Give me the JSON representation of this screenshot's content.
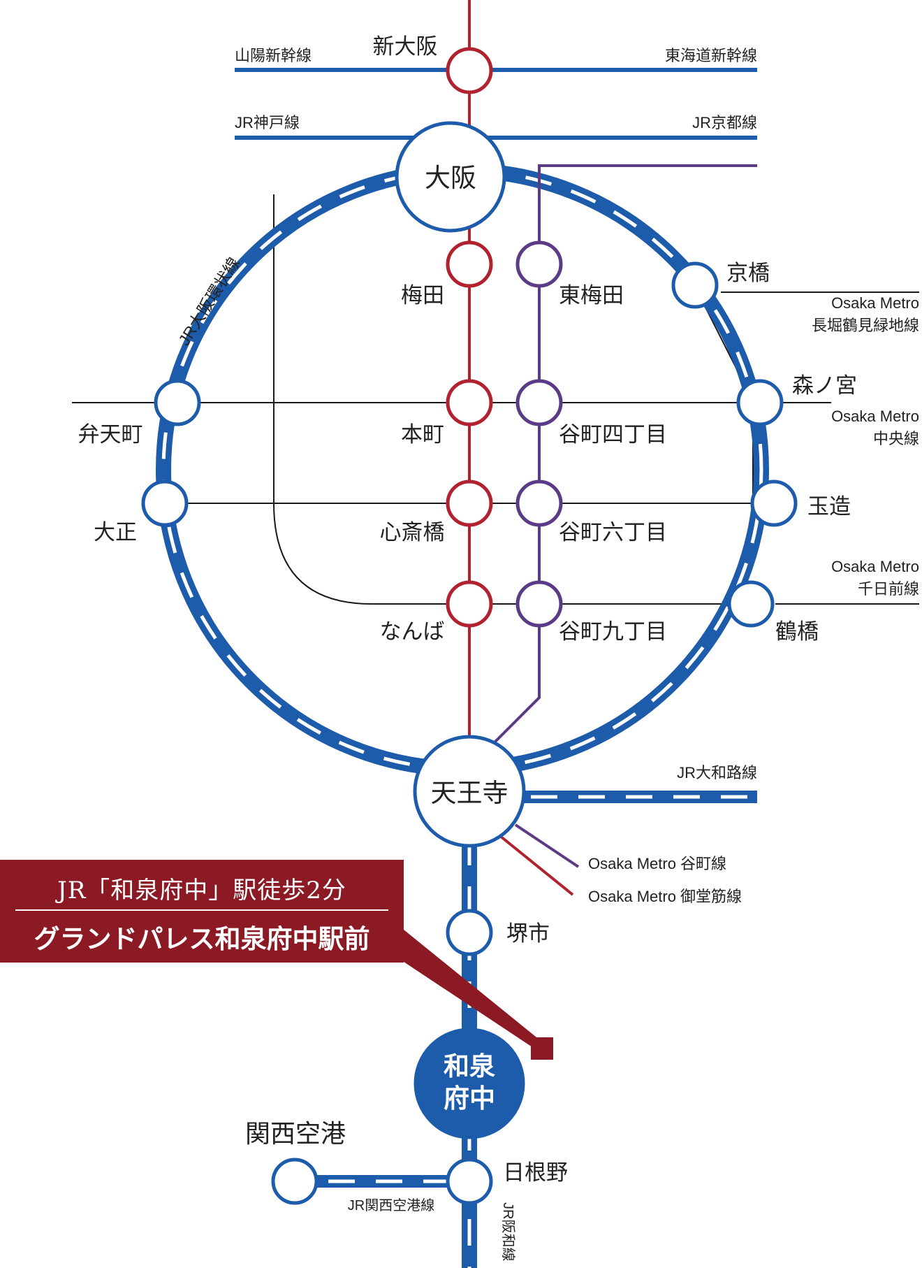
{
  "stations": {
    "shin_osaka": "新大阪",
    "osaka": "大阪",
    "umeda": "梅田",
    "higashi_umeda": "東梅田",
    "kyobashi": "京橋",
    "benten": "弁天町",
    "honmachi": "本町",
    "tanimachi4": "谷町四丁目",
    "morinomiya": "森ノ宮",
    "taisho": "大正",
    "shinsaibashi": "心斎橋",
    "tanimachi6": "谷町六丁目",
    "tamatsukuri": "玉造",
    "namba": "なんば",
    "tanimachi9": "谷町九丁目",
    "tsuruhashi": "鶴橋",
    "tennoji": "天王寺",
    "sakaishi": "堺市",
    "izumi_fuchu_l1": "和泉",
    "izumi_fuchu_l2": "府中",
    "kansai_airport": "関西空港",
    "hineno": "日根野"
  },
  "lines": {
    "sanyo_shinkansen": "山陽新幹線",
    "tokaido_shinkansen": "東海道新幹線",
    "jr_kobe": "JR神戸線",
    "jr_kyoto": "JR京都線",
    "osaka_loop": "JR大阪環状線",
    "nagahori_l1": "Osaka Metro",
    "nagahori_l2": "長堀鶴見緑地線",
    "chuo_l1": "Osaka Metro",
    "chuo_l2": "中央線",
    "sennichimae_l1": "Osaka Metro",
    "sennichimae_l2": "千日前線",
    "yamatoji": "JR大和路線",
    "tanimachi_line": "Osaka Metro 谷町線",
    "midosuji_line": "Osaka Metro 御堂筋線",
    "kansai_airport_line": "JR関西空港線",
    "hanwa_line": "JR阪和線"
  },
  "banner": {
    "line1": "JR「和泉府中」駅徒歩2分",
    "line2": "グランドパレス和泉府中駅前"
  },
  "colors": {
    "jr_blue": "#1d5bab",
    "midosuji_red": "#b0232e",
    "tanimachi_purple": "#5b3a86",
    "banner_red": "#8b1a24"
  }
}
